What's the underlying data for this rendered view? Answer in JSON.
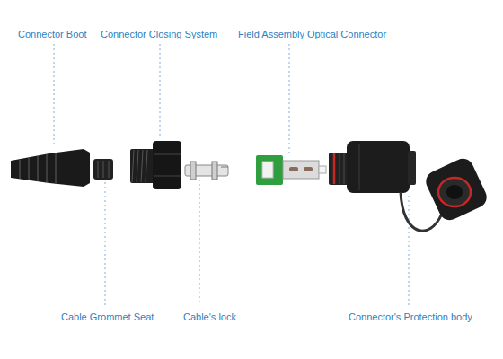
{
  "diagram": {
    "labels": [
      "Connector Boot",
      "Connector Closing System",
      "Field Assembly Optical Connector",
      "Cable Grommet Seat",
      "Cable's lock",
      "Connector's Protection body"
    ]
  }
}
